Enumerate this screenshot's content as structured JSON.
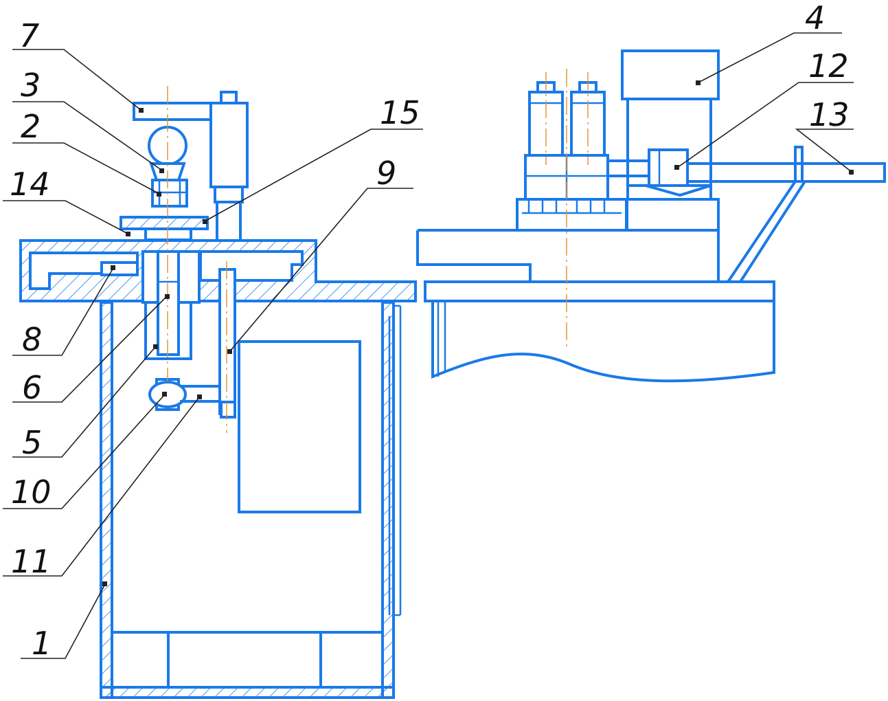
{
  "colors": {
    "outline": "#1a7ae8",
    "leader": "#222222",
    "axis": "#e0902a",
    "background": "#ffffff"
  },
  "callouts": [
    {
      "id": "c7",
      "label": "7"
    },
    {
      "id": "c3",
      "label": "3"
    },
    {
      "id": "c2",
      "label": "2"
    },
    {
      "id": "c14",
      "label": "14"
    },
    {
      "id": "c8",
      "label": "8"
    },
    {
      "id": "c6",
      "label": "6"
    },
    {
      "id": "c5",
      "label": "5"
    },
    {
      "id": "c10",
      "label": "10"
    },
    {
      "id": "c11",
      "label": "11"
    },
    {
      "id": "c1",
      "label": "1"
    },
    {
      "id": "c15",
      "label": "15"
    },
    {
      "id": "c9",
      "label": "9"
    },
    {
      "id": "c4",
      "label": "4"
    },
    {
      "id": "c12",
      "label": "12"
    },
    {
      "id": "c13",
      "label": "13"
    }
  ]
}
